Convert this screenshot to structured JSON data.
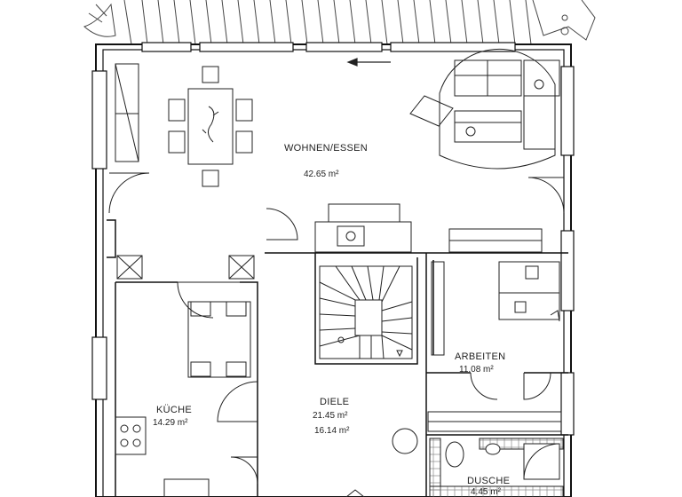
{
  "rooms": {
    "wohnen": {
      "name": "WOHNEN/ESSEN",
      "area": "42.65 m²"
    },
    "arbeiten": {
      "name": "ARBEITEN",
      "area": "11.08 m²"
    },
    "kueche": {
      "name": "KÜCHE",
      "area": "14.29 m²"
    },
    "diele": {
      "name": "DIELE",
      "area": "21.45 m²",
      "area2": "16.14 m²"
    },
    "dusche": {
      "name": "DUSCHE",
      "area": "4.45 m²"
    }
  }
}
